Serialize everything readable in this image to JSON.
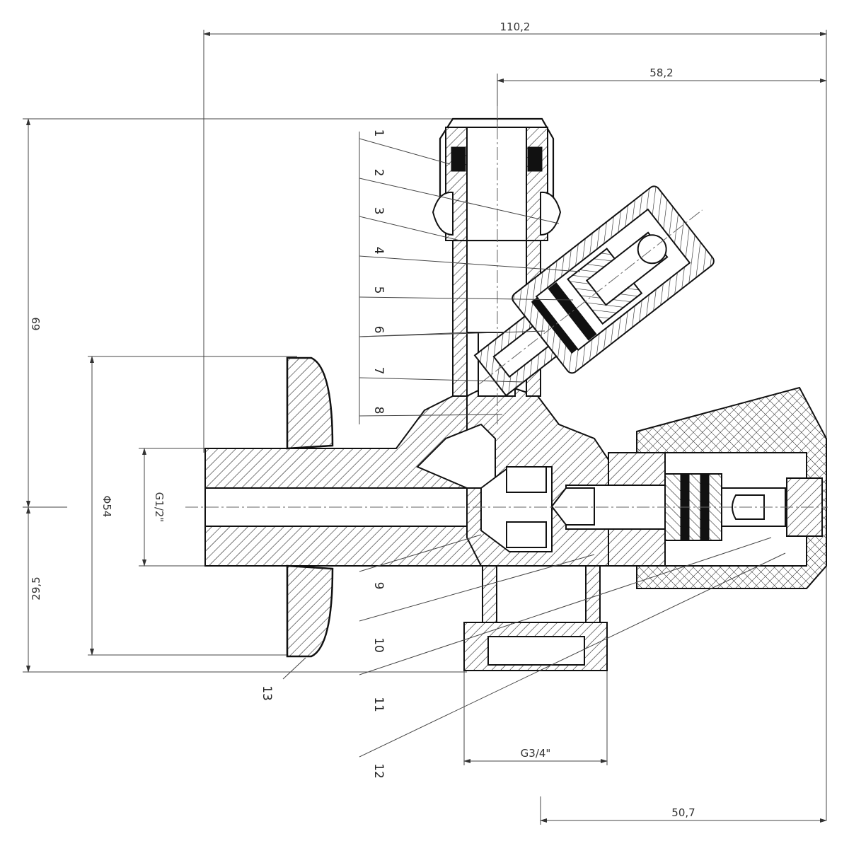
{
  "dimensions": {
    "overall_width": "110,2",
    "top_width": "58,2",
    "overall_height": "69",
    "lower_height": "29,5",
    "flange_diameter": "Φ54",
    "inlet_thread": "G1/2\"",
    "outlet_thread": "G3/4\"",
    "handle_offset": "50,7"
  },
  "parts": [
    "1",
    "2",
    "3",
    "4",
    "5",
    "6",
    "7",
    "8",
    "9",
    "10",
    "11",
    "12",
    "13"
  ],
  "colors": {
    "line": "#111111",
    "dim_line": "#444444",
    "background": "#ffffff"
  }
}
